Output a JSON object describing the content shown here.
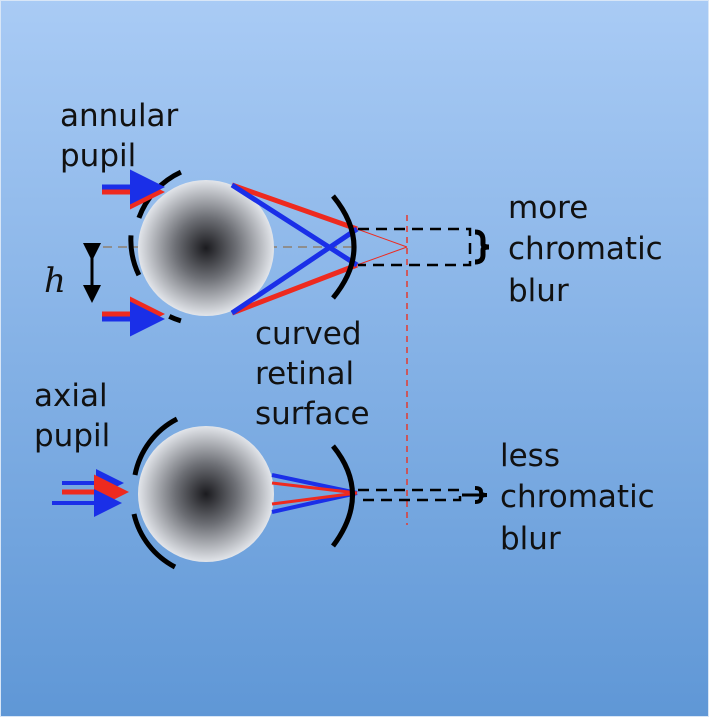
{
  "labels": {
    "annular_pupil": [
      "annular",
      "pupil"
    ],
    "axial_pupil": [
      "axial",
      "pupil"
    ],
    "h": "h",
    "curved_retinal_surface": [
      "curved",
      "retinal",
      "surface"
    ],
    "more_blur": [
      "more",
      "chromatic",
      "blur"
    ],
    "less_blur": [
      "less",
      "chromatic",
      "blur"
    ]
  },
  "colors": {
    "background_top": "#a9cbf5",
    "background_bottom": "#5f97d6",
    "red_ray": "#ee2a1f",
    "blue_ray": "#1a2fe8",
    "lens_center": "#1b1b1f",
    "lens_edge": "#e2e5ea",
    "outline": "#000000",
    "axis_line": "#8e8e8e",
    "focal_line": "#e23b30"
  }
}
